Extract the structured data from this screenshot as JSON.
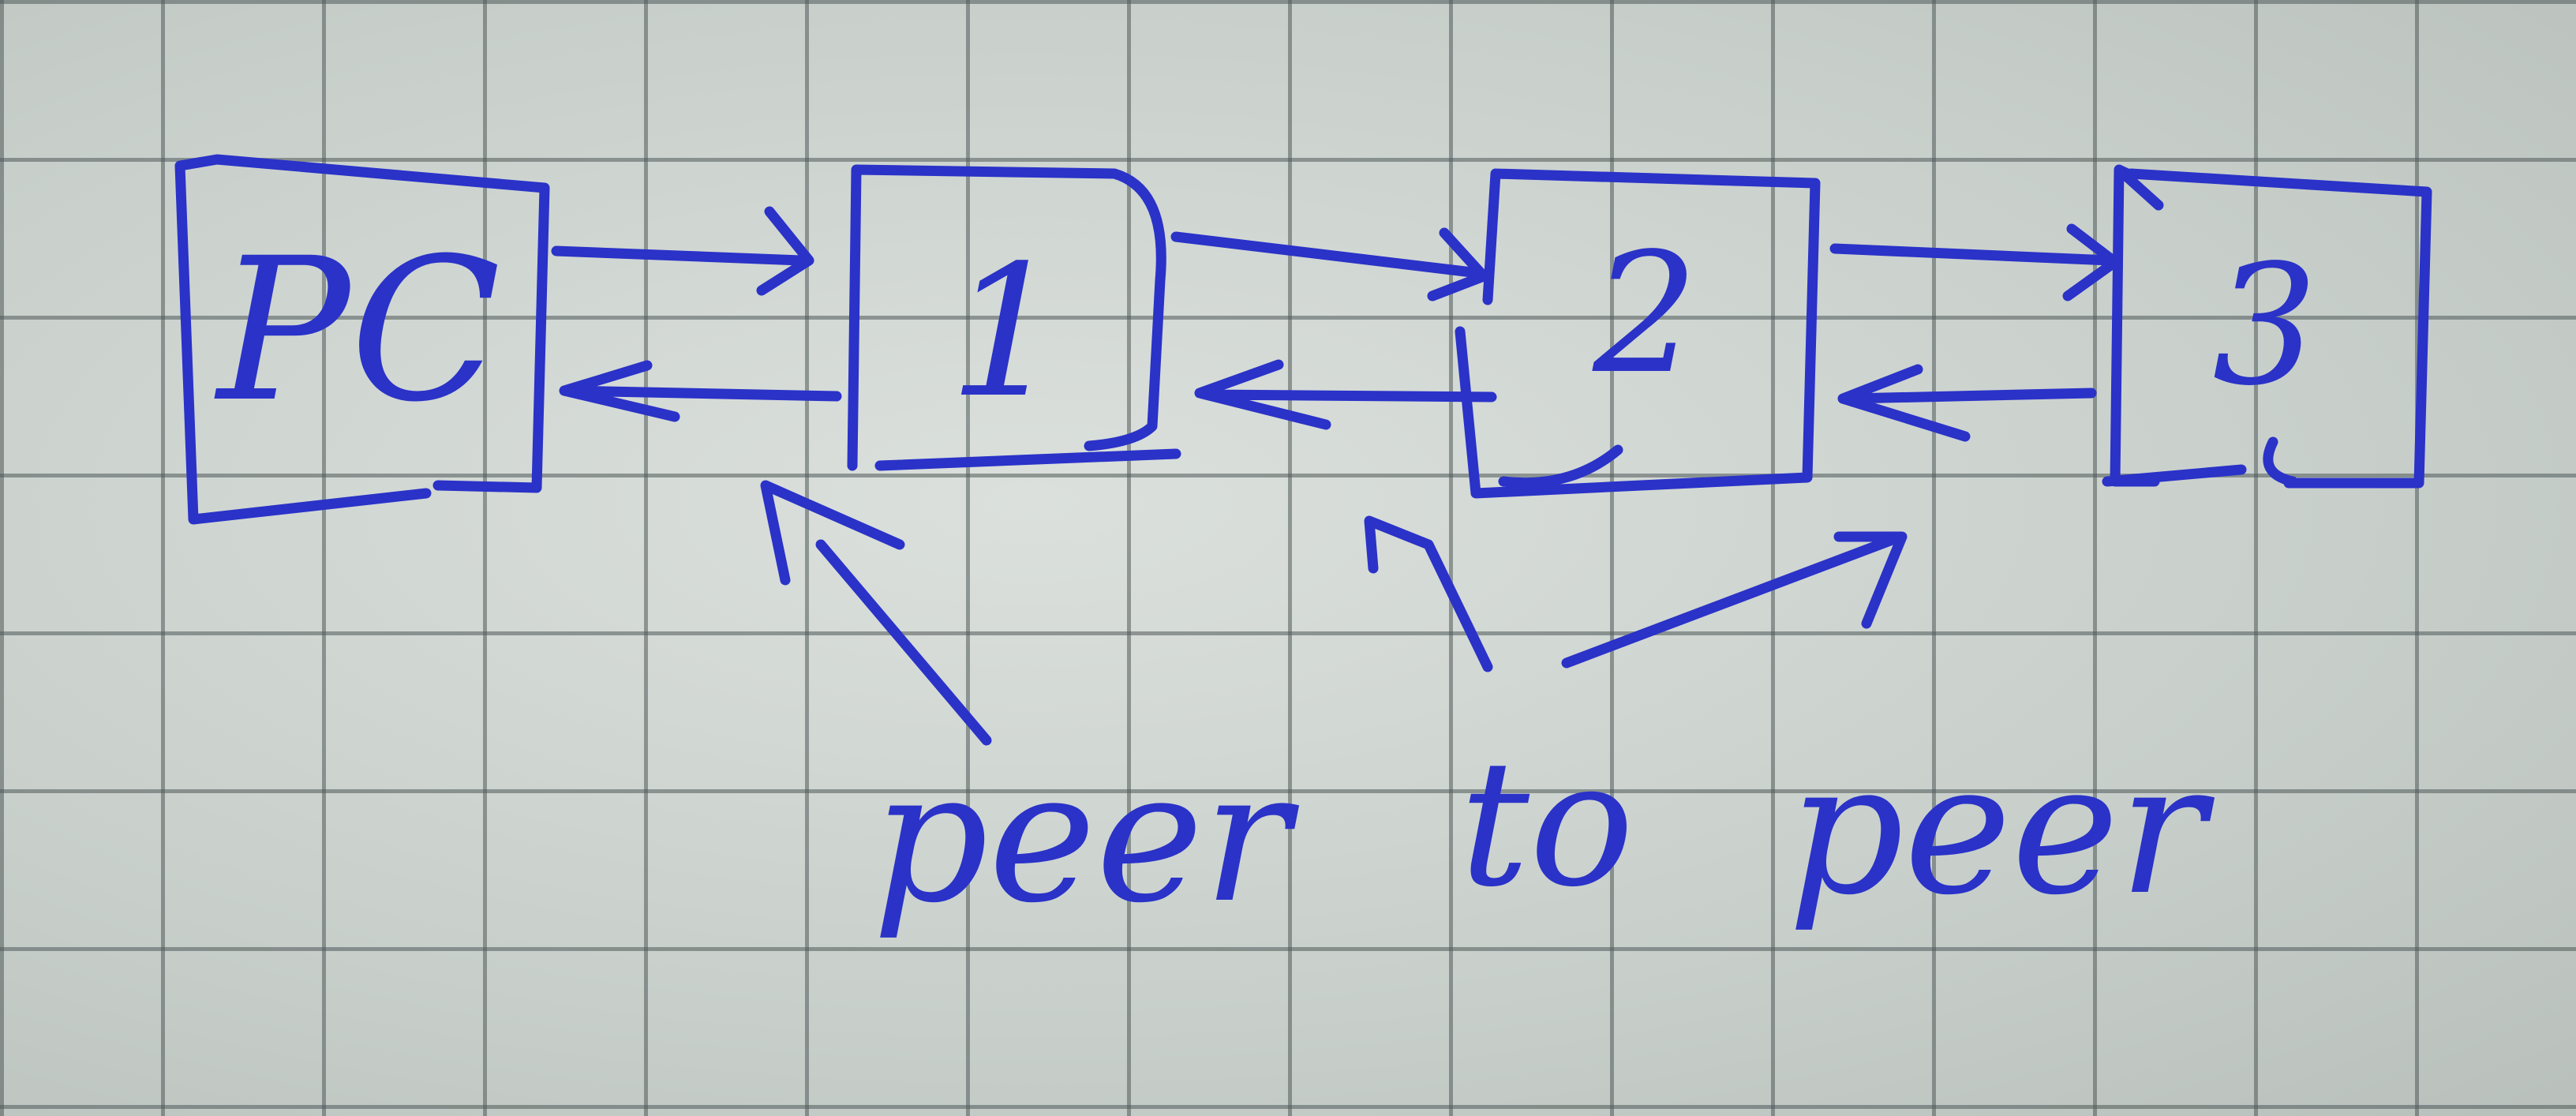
{
  "diagram": {
    "ink_color": "#2a32c8",
    "paper_color": "#cfd6d2",
    "grid_color": "#5a6462",
    "nodes": [
      {
        "id": "pc",
        "label": "PC"
      },
      {
        "id": "n1",
        "label": "1"
      },
      {
        "id": "n2",
        "label": "2"
      },
      {
        "id": "n3",
        "label": "3"
      }
    ],
    "edges": [
      {
        "from": "pc",
        "to": "n1"
      },
      {
        "from": "n1",
        "to": "pc"
      },
      {
        "from": "n1",
        "to": "n2"
      },
      {
        "from": "n2",
        "to": "n1"
      },
      {
        "from": "n2",
        "to": "n3"
      },
      {
        "from": "n3",
        "to": "n2"
      }
    ],
    "caption": {
      "word1": "peer",
      "word2": "to",
      "word3": "peer"
    }
  }
}
